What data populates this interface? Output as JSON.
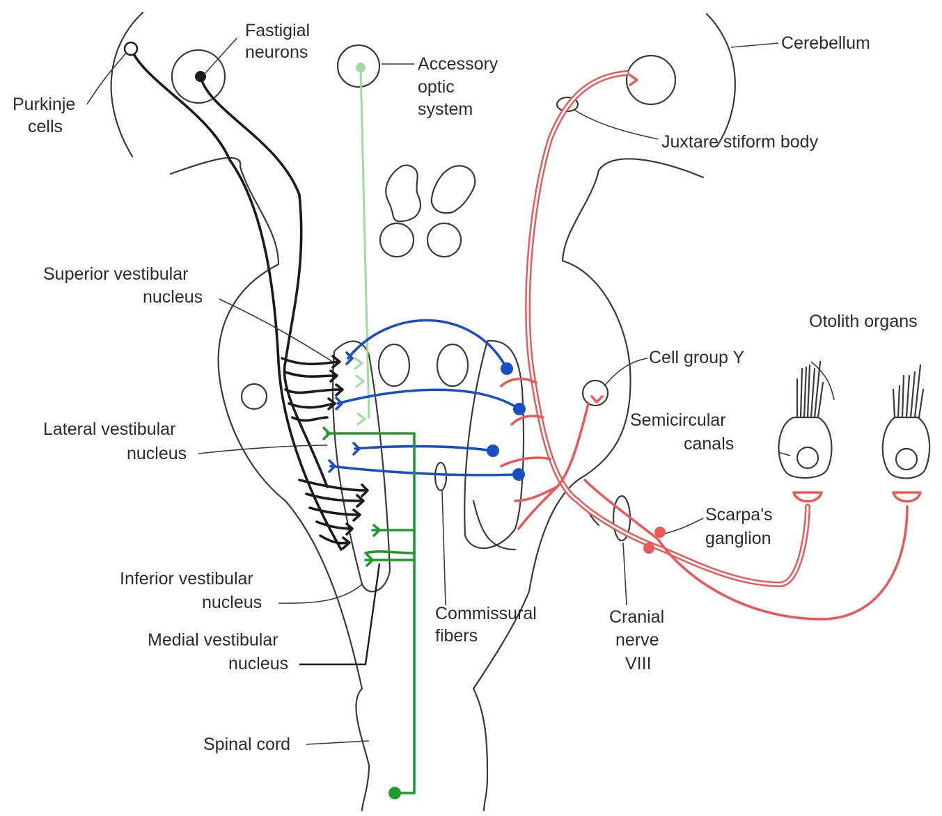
{
  "labels": {
    "fastigial": [
      "Fastigial",
      "neurons"
    ],
    "purkinje": [
      "Purkinje",
      "cells"
    ],
    "accessory": [
      "Accessory",
      "optic",
      "system"
    ],
    "cerebellum": "Cerebellum",
    "juxtarestiform": "Juxtare stiform body",
    "superior": [
      "Superior vestibular",
      "nucleus"
    ],
    "otolith": "Otolith organs",
    "cellgroupy": "Cell group Y",
    "semicircular": [
      "Semicircular",
      "canals"
    ],
    "lateral": [
      "Lateral vestibular",
      "nucleus"
    ],
    "scarpa": [
      "Scarpa's",
      "ganglion"
    ],
    "inferior": [
      "Inferior vestibular",
      "nucleus"
    ],
    "commissural": [
      "Commissural",
      "fibers"
    ],
    "cranial": [
      "Cranial",
      "nerve",
      "VIII"
    ],
    "medial": [
      "Medial vestibular",
      "nucleus"
    ],
    "spinal": "Spinal cord"
  },
  "colors": {
    "cerebellar_pathway": "#1a1a1a",
    "commissural_pathway": "#1a4fc4",
    "vestibulospinal_pathway": "#1f9b2e",
    "accessory_optic_pathway": "#9fdb9f",
    "vestibular_afferent_pathway": "#e85a5a"
  }
}
